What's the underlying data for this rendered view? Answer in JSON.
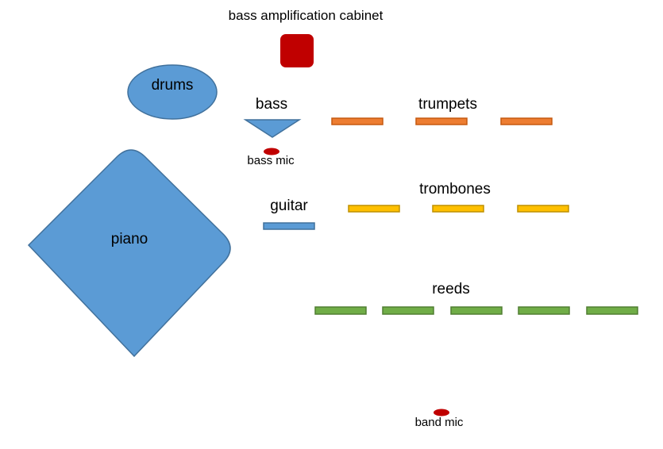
{
  "diagram": {
    "title": "Band stage layout",
    "colors": {
      "blue_fill": "#5b9bd5",
      "blue_stroke": "#41719c",
      "orange_fill": "#ed7d31",
      "orange_stroke": "#c55a11",
      "yellow_fill": "#ffc000",
      "yellow_stroke": "#bf9000",
      "green_fill": "#70ad47",
      "green_stroke": "#507e32",
      "red": "#c00000"
    },
    "labels": {
      "bass_amp": "bass amplification cabinet",
      "drums": "drums",
      "bass": "bass",
      "bass_mic": "bass mic",
      "trumpets": "trumpets",
      "piano": "piano",
      "guitar": "guitar",
      "trombones": "trombones",
      "reeds": "reeds",
      "band_mic": "band mic"
    },
    "sections": {
      "trumpets": {
        "count": 3
      },
      "trombones": {
        "count": 3
      },
      "reeds": {
        "count": 5
      }
    }
  }
}
